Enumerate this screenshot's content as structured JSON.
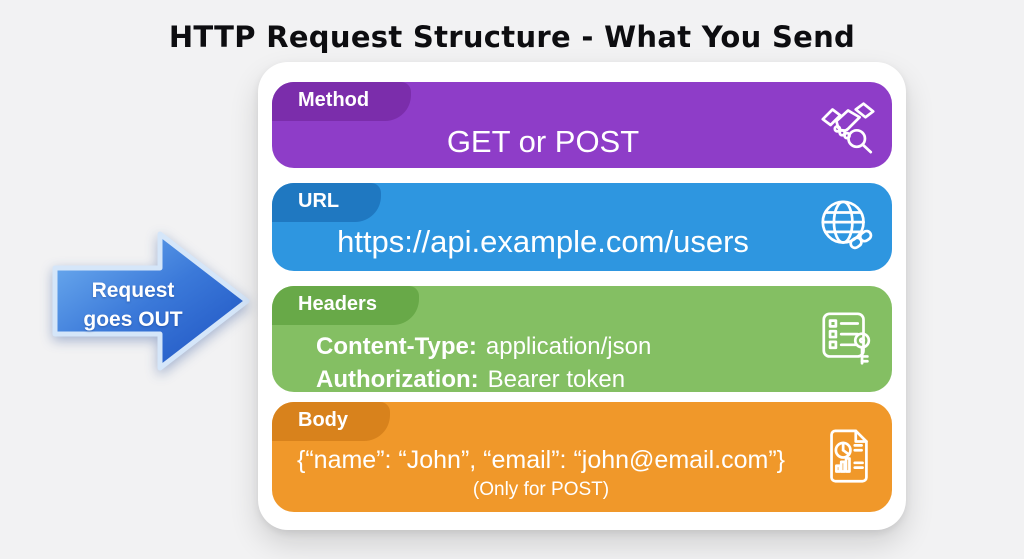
{
  "title": "HTTP Request Structure - What You Send",
  "arrow": {
    "line1": "Request",
    "line2": "goes OUT",
    "color": "#2f6fd6"
  },
  "rows": [
    {
      "label": "Method",
      "text": "GET or POST",
      "icon": "handshake-search-icon",
      "color": "#8e3dc8",
      "tab_color": "#7b2dab"
    },
    {
      "label": "URL",
      "text": "https://api.example.com/users",
      "icon": "globe-link-icon",
      "color": "#2e96e0",
      "tab_color": "#1f78c1"
    },
    {
      "label": "Headers",
      "icon": "list-key-icon",
      "color": "#84bf63",
      "tab_color": "#68a948",
      "lines": [
        {
          "key": "Content-Type:",
          "value": "application/json"
        },
        {
          "key": "Authorization:",
          "value": "Bearer token"
        }
      ]
    },
    {
      "label": "Body",
      "text": "{“name”: “John”, “email”: “john@email.com”}",
      "sub": "(Only for POST)",
      "icon": "report-document-icon",
      "color": "#f0982a",
      "tab_color": "#d8821c"
    }
  ]
}
